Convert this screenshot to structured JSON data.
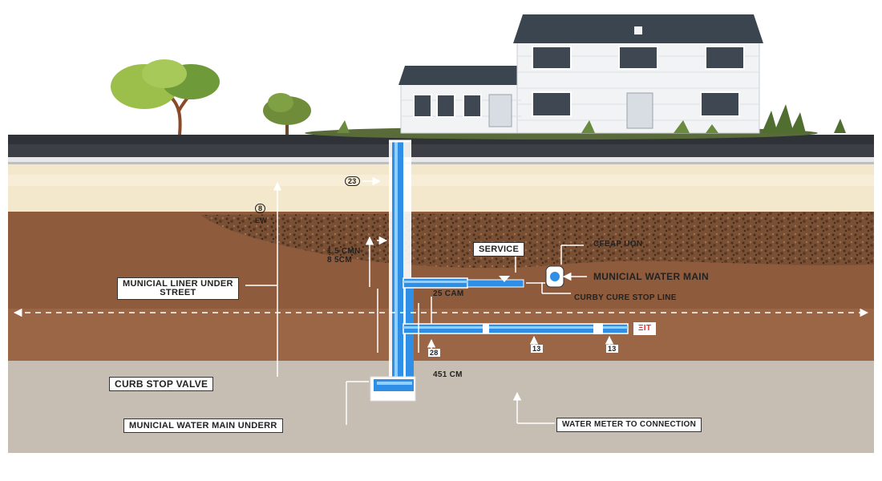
{
  "labels": {
    "service": "SERVICE",
    "cfeapuon": "CFEAP UON",
    "municial_water_main": "MUNICIAL WATER MAIN",
    "curb_stop_line": "CURBY CURE STOP LINE",
    "municial_liner_line1": "MUNICIAL LINER UNDER",
    "municial_liner_line2": "STREET",
    "curb_stop_valve": "CURB STOP VALVE",
    "water_main_under": "MUNICIAL WATER MAIN UNDERR",
    "water_meter_connection": "WATER METER TO CONNECTION",
    "dim_15cm_a": "1 5 CMN",
    "dim_15cm_b": "8 5CM",
    "dim_25cam": "25 CAM",
    "dim_451cm": "451 CM",
    "marker_top": "23",
    "marker_left_a": "8",
    "marker_left_b": "EW",
    "marker_pipe_right": "ΞΙΤ",
    "marker_b1": "28",
    "marker_b2": "13",
    "marker_b3": "13"
  },
  "colors": {
    "sky": "#ffffff",
    "road": "#2f3338",
    "sand": "#f4e8cc",
    "soil": "#8a5a3a",
    "gravel": "#6b4530",
    "bedrock": "#c6bdb3",
    "pipe_blue": "#2f8fe6",
    "pipe_light": "#8fd0ff",
    "house_wall": "#f1f3f5",
    "house_roof": "#3b4550",
    "tree_leaf": "#9bbf4a",
    "tree_leaf_dark": "#6f9a3a",
    "trunk": "#8a4a2a"
  },
  "icons": [
    "house-icon",
    "tree-icon",
    "meter-icon",
    "arrow-icon"
  ]
}
